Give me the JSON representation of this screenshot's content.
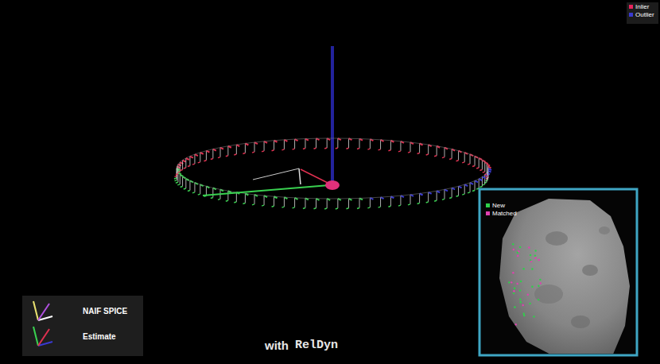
{
  "diagram": {
    "labels": [
      "with",
      "RelDyn"
    ],
    "legend": [
      {
        "text": "Inlier",
        "color": "#e8245c"
      },
      {
        "text": "Outlier",
        "color": "#3a3ad0"
      },
      {
        "text": "New",
        "color": "#2fd04a"
      },
      {
        "text": "Matched",
        "color": "#e040b0"
      },
      {
        "text": "NAIF SPICE"
      },
      {
        "text": "Estimate"
      }
    ]
  }
}
